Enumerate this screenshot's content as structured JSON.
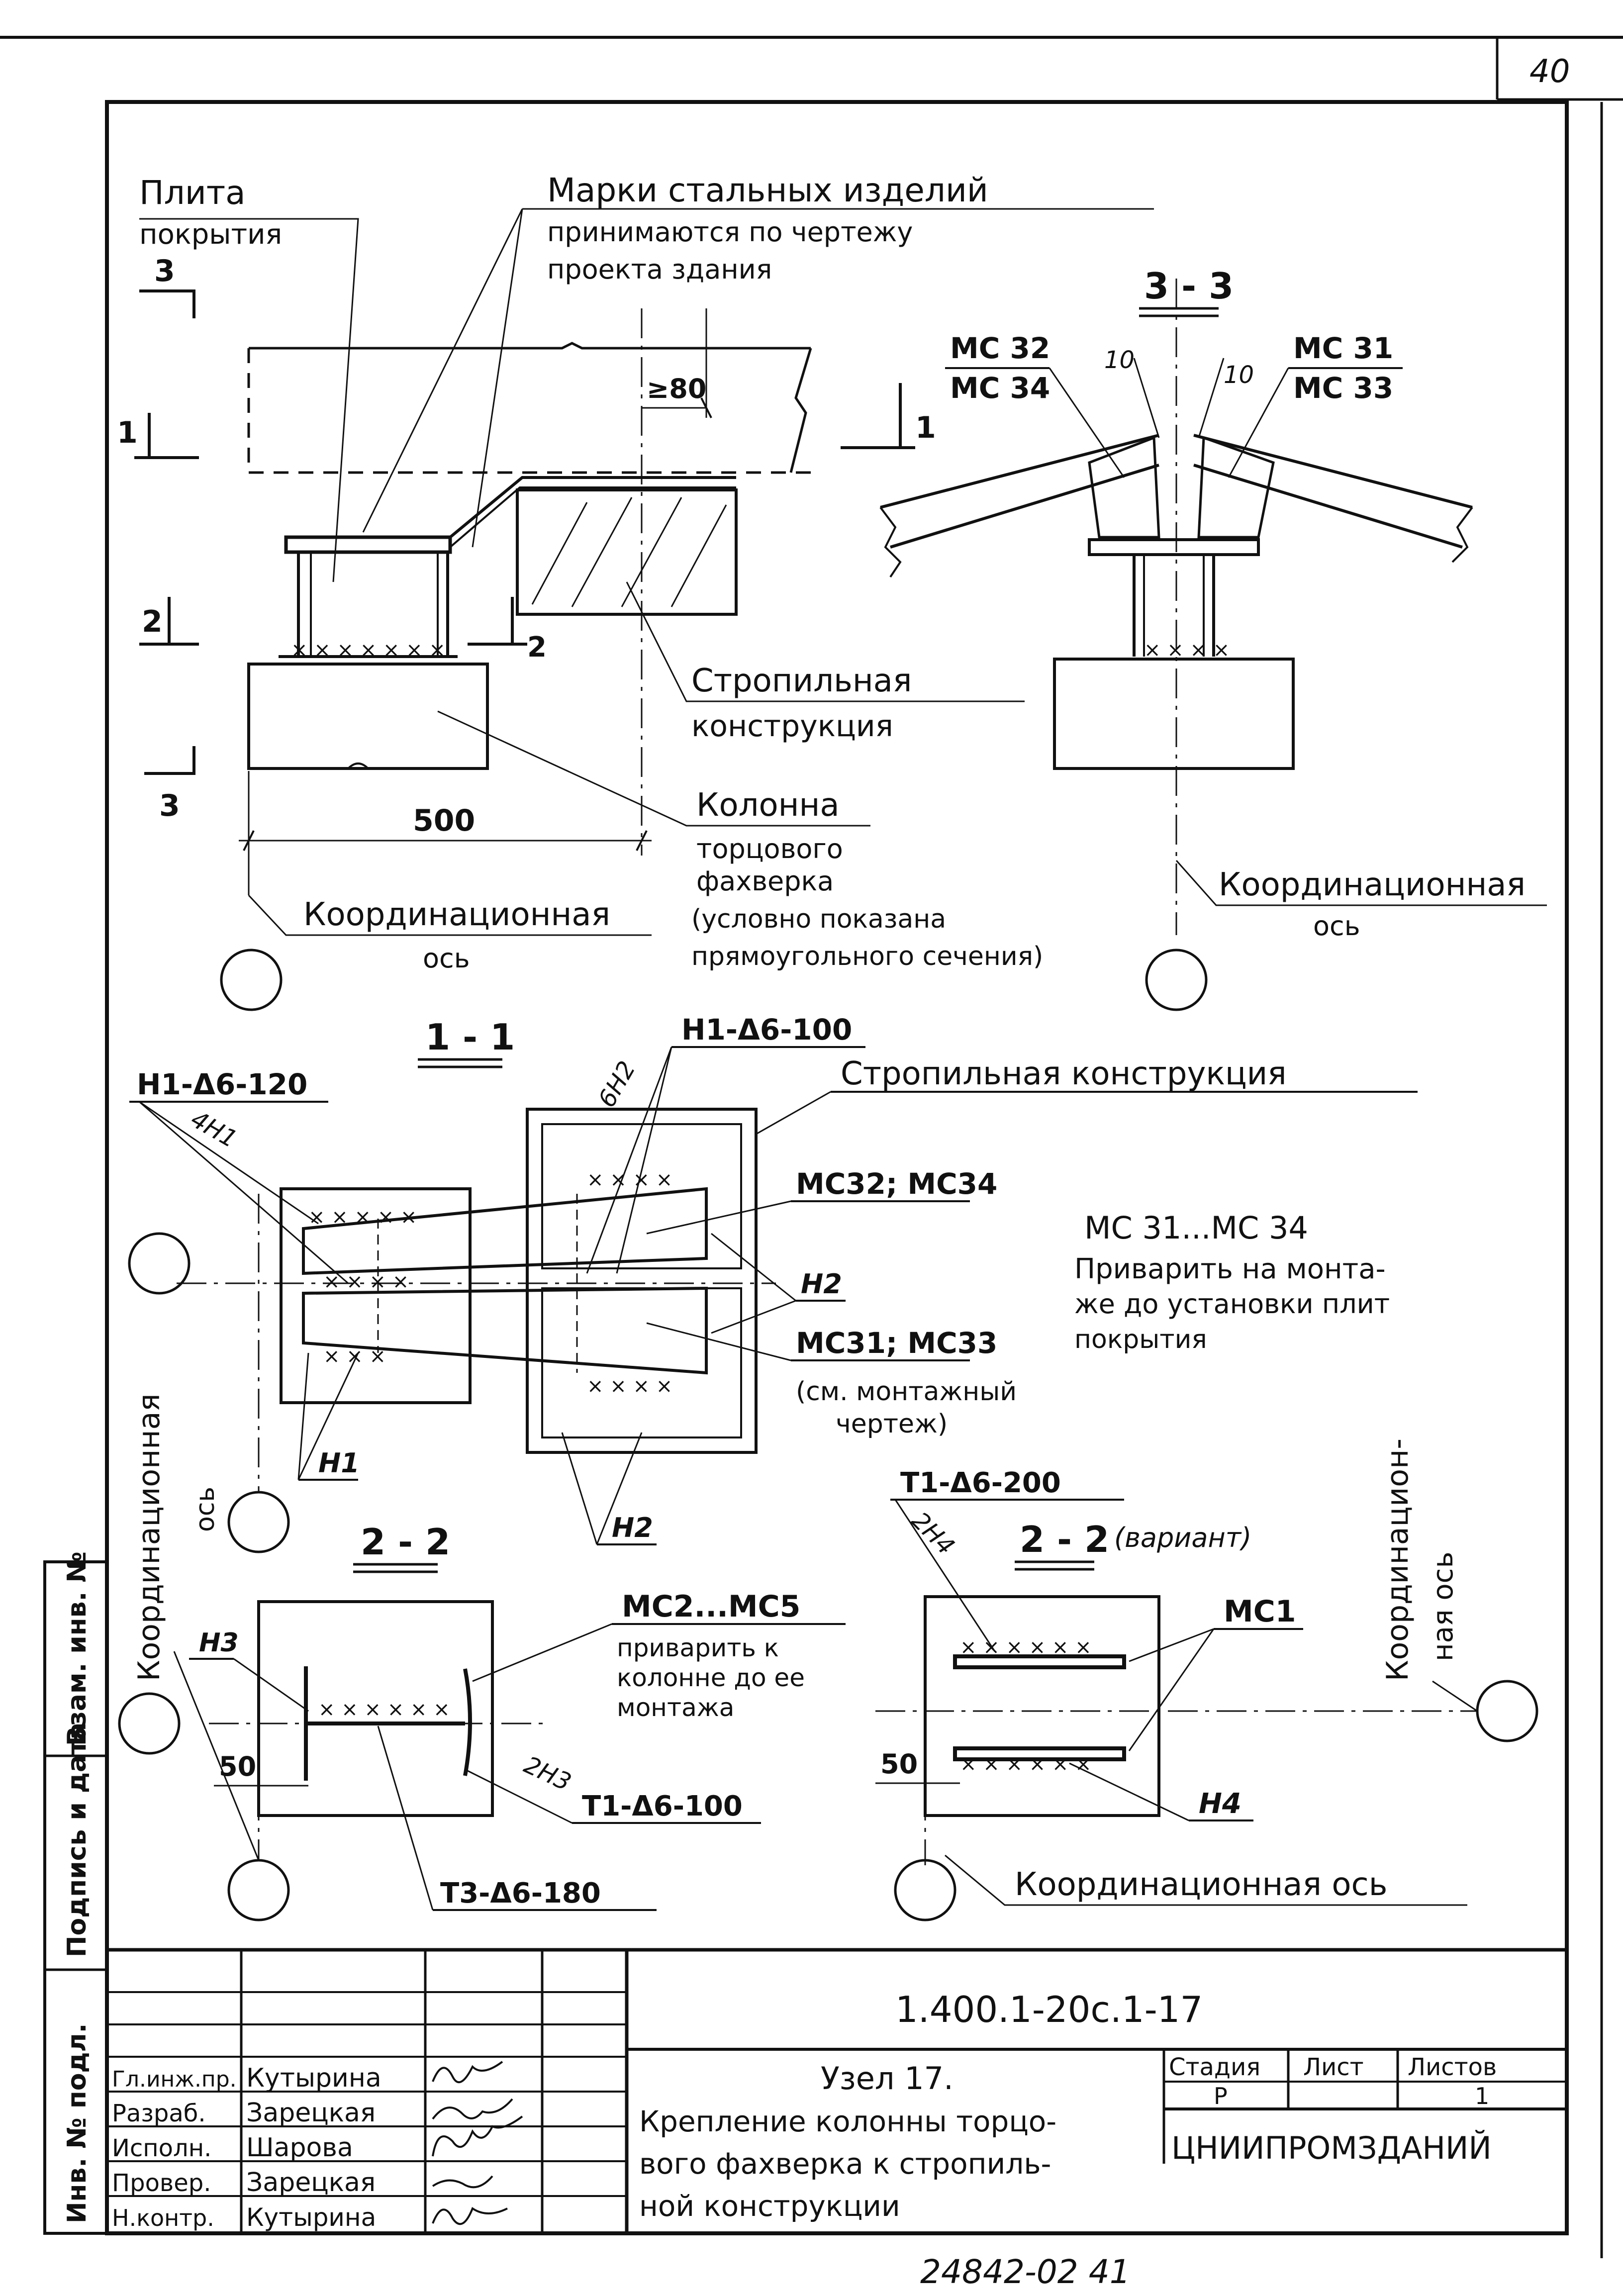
{
  "page_number": "40",
  "notes": {
    "plita_1": "Плита",
    "plita_2": "покрытия",
    "marki_1": "Марки стальных изделий",
    "marki_2": "принимаются по чертежу",
    "marki_3": "проекта здания",
    "stropilnaya_1": "Стропильная",
    "stropilnaya_2": "конструкция",
    "kolonna_1": "Колонна",
    "kolonna_2": "торцового",
    "kolonna_3": "фахверка",
    "kolonna_4": "(условно показана",
    "kolonna_5": "прямоугольного сечения)",
    "coord_axis_1": "Координационная",
    "coord_axis_2": "ось",
    "coord_axis_right_1": "Координационная",
    "coord_axis_right_2": "ось",
    "stropilnaya_konstrukciya_full": "Стропильная конструкция",
    "mc31_34_note_1": "МС 31...МС 34",
    "mc31_34_note_2": "Приварить на монта-",
    "mc31_34_note_3": "же до установки плит",
    "mc31_34_note_4": "покрытия",
    "see_mount_1": "(см. монтажный",
    "see_mount_2": "чертеж)",
    "mc2_note_2": "приварить к",
    "mc2_note_3": "колонне до ее",
    "mc2_note_4": "монтажа",
    "coord_vertical_left": "Координационная",
    "coord_vertical_left_2": "ось",
    "coord_vertical_right_1": "Координацион-",
    "coord_vertical_right_2": "ная ось",
    "coord_axis_bottom": "Координационная ось"
  },
  "sections": {
    "s33": "3 - 3",
    "s11": "1 - 1",
    "s22": "2 - 2",
    "s22v": "2 - 2",
    "s22v_note": "(вариант)"
  },
  "marks": {
    "cut3_top": "3",
    "cut3_bottom": "3",
    "cut1": "1",
    "cut1_right": "1",
    "cut2_left": "2",
    "cut2_right": "2",
    "dim_ge80": "≥80",
    "dim_500": "500",
    "dim_10a": "10",
    "dim_10b": "10",
    "mc32": "МС 32",
    "mc34": "МС 34",
    "mc31": "МС 31",
    "mc33": "МС 33",
    "n1_6_120": "Н1-Δ6-120",
    "n4": "4Н1",
    "n1_6_100": "Н1-Δ6-100",
    "n6n2": "6Н2",
    "mc32_34": "МС32; МС34",
    "n2": "Н2",
    "mc31_33": "МС31; МС33",
    "n1": "Н1",
    "n2b": "Н2",
    "n3": "Н3",
    "mc2_mc5": "МС2...МС5",
    "dim_50a": "50",
    "n2n3": "2Н3",
    "t1_6_100": "Т1-Δ6-100",
    "t3_6_180": "Т3-Δ6-180",
    "t1_6_200": "Т1-Δ6-200",
    "n2n4": "2Н4",
    "mc1": "МС1",
    "dim_50b": "50",
    "n4b": "Н4"
  },
  "side_stamp": {
    "inv_podl": "Инв. № подл.",
    "podpis_data": "Подпись и дата",
    "vzam_inv": "Взам. инв. №"
  },
  "title_block": {
    "doc_code": "1.400.1-20с.1-17",
    "roles": [
      "Гл.инж.пр.",
      "Разраб.",
      "Исполн.",
      "Провер.",
      "Н.контр."
    ],
    "names": [
      "Кутырина",
      "Зарецкая",
      "Шарова",
      "Зарецкая",
      "Кутырина"
    ],
    "title_1": "Узел 17.",
    "title_2": "Крепление колонны торцо-",
    "title_3": "вого фахверка к стропиль-",
    "title_4": "ной конструкции",
    "stage_label": "Стадия",
    "sheet_label": "Лист",
    "sheets_label": "Листов",
    "stage_value": "Р",
    "sheets_value": "1",
    "organization": "ЦНИИПРОМЗДАНИЙ"
  },
  "footer_number": "24842-02   41"
}
